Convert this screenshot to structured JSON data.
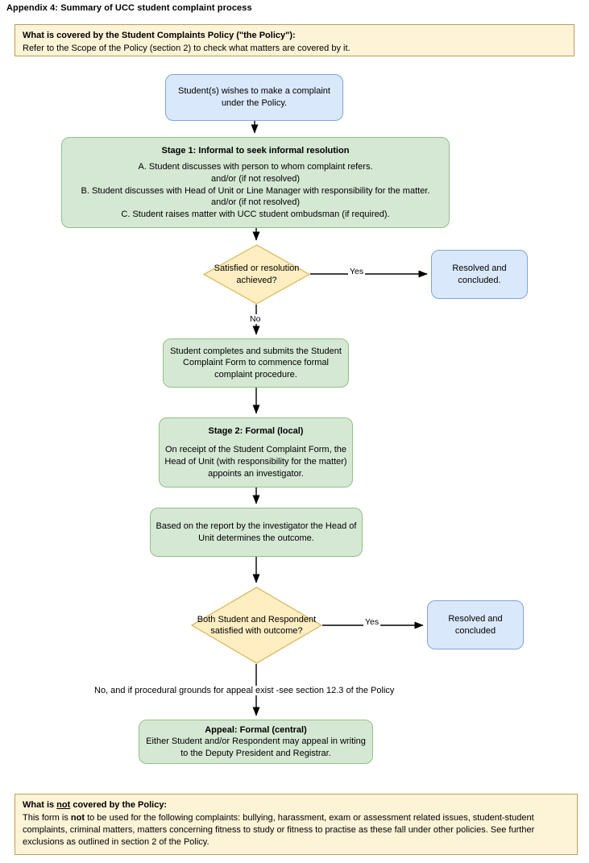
{
  "page": {
    "title": "Appendix 4: Summary of UCC student complaint process",
    "background": "#ffffff"
  },
  "colors": {
    "note_fill": "#fdf3d7",
    "note_border": "#b8a05a",
    "blue_fill": "#dae8fc",
    "blue_border": "#7ea6d8",
    "green_fill": "#d5e8d4",
    "green_border": "#93bf87",
    "diamond_fill": "#ffeec2",
    "diamond_border": "#d6b656",
    "edge_stroke": "#000000"
  },
  "notes": {
    "covered": {
      "title": "What is covered by the Student Complaints Policy (\"the Policy\"):",
      "body": "Refer to the Scope of the Policy (section 2) to check what matters are covered by it."
    },
    "not_covered": {
      "title_part1": "What is ",
      "title_underlined": "not",
      "title_part2": " covered by the Policy:",
      "body_part1": "This form is ",
      "body_bold": "not",
      "body_part2": " to be used for the following complaints: bullying, harassment, exam or assessment related issues, student-student complaints, criminal matters, matters concerning fitness to study or fitness to practise as these fall under other policies. See further exclusions as outlined in section 2 of the Policy."
    }
  },
  "nodes": {
    "start": {
      "text": "Student(s) wishes to make a complaint under the Policy.",
      "shape": "rounded-rect",
      "fill": "blue"
    },
    "stage1": {
      "header": "Stage 1: Informal to seek informal resolution",
      "line_a": "A. Student discusses with person to whom complaint refers.",
      "line_andor1": "and/or (if not resolved)",
      "line_b": "B. Student discusses with Head of Unit  or Line Manager with responsibility for the matter.",
      "line_andor2": "and/or (if not resolved)",
      "line_c": "C. Student raises matter with UCC student ombudsman (if required).",
      "shape": "rounded-rect",
      "fill": "green"
    },
    "decision1": {
      "text": "Satisfied or resolution achieved?",
      "shape": "diamond",
      "fill": "yellow"
    },
    "resolved1": {
      "text": "Resolved and concluded.",
      "shape": "rounded-rect",
      "fill": "blue"
    },
    "form": {
      "text": "Student completes and submits the Student Complaint Form to commence formal complaint procedure.",
      "shape": "rounded-rect",
      "fill": "green"
    },
    "stage2": {
      "header": "Stage 2: Formal (local)",
      "body": "On receipt of the Student Complaint Form, the Head of Unit (with responsibility for the matter) appoints an investigator.",
      "shape": "rounded-rect",
      "fill": "green"
    },
    "outcome": {
      "text": "Based on the report by the investigator the Head of Unit determines the outcome.",
      "shape": "rounded-rect",
      "fill": "green"
    },
    "decision2": {
      "text": "Both Student and Respondent satisfied with outcome?",
      "shape": "diamond",
      "fill": "yellow"
    },
    "resolved2": {
      "text": "Resolved and concluded",
      "shape": "rounded-rect",
      "fill": "blue"
    },
    "appeal": {
      "header": "Appeal: Formal (central)",
      "body": "Either Student and/or Respondent may appeal in writing to the Deputy President and Registrar.",
      "shape": "rounded-rect",
      "fill": "green"
    }
  },
  "edge_labels": {
    "yes1": "Yes",
    "no1": "No",
    "yes2": "Yes",
    "no2": "No, and if procedural grounds for appeal exist -see section 12.3 of the Policy"
  }
}
